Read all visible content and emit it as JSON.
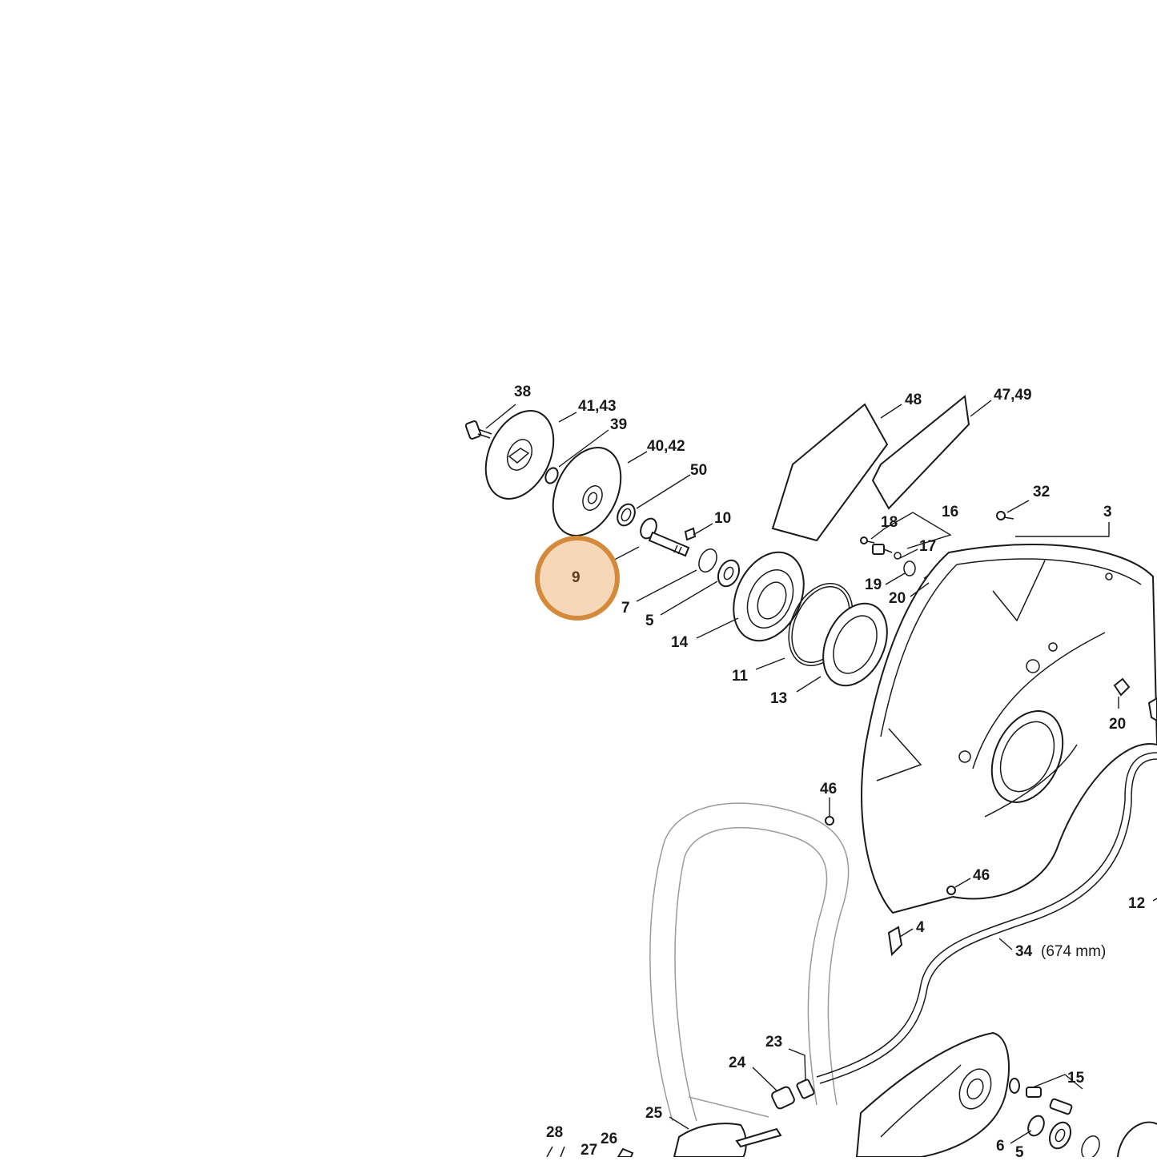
{
  "highlight": {
    "label": "9",
    "color": "#d48a3a",
    "fill": "#f6d7b7"
  },
  "callouts": {
    "c38": "38",
    "c41_43": "41,43",
    "c39": "39",
    "c40_42": "40,42",
    "c50": "50",
    "c10": "10",
    "c9": "9",
    "c7": "7",
    "c5": "5",
    "c14": "14",
    "c11": "11",
    "c13": "13",
    "c48": "48",
    "c47_49": "47,49",
    "c32": "32",
    "c3": "3",
    "c18": "18",
    "c16": "16",
    "c17": "17",
    "c19": "19",
    "c20a": "20",
    "c20b": "20",
    "c46a": "46",
    "c46b": "46",
    "c12": "12",
    "c4": "4",
    "c34": "34",
    "c34_note": "(674 mm)",
    "c23": "23",
    "c24": "24",
    "c15": "15",
    "c25": "25",
    "c28": "28",
    "c27": "27",
    "c26": "26",
    "c6": "6",
    "c5b": "5"
  }
}
